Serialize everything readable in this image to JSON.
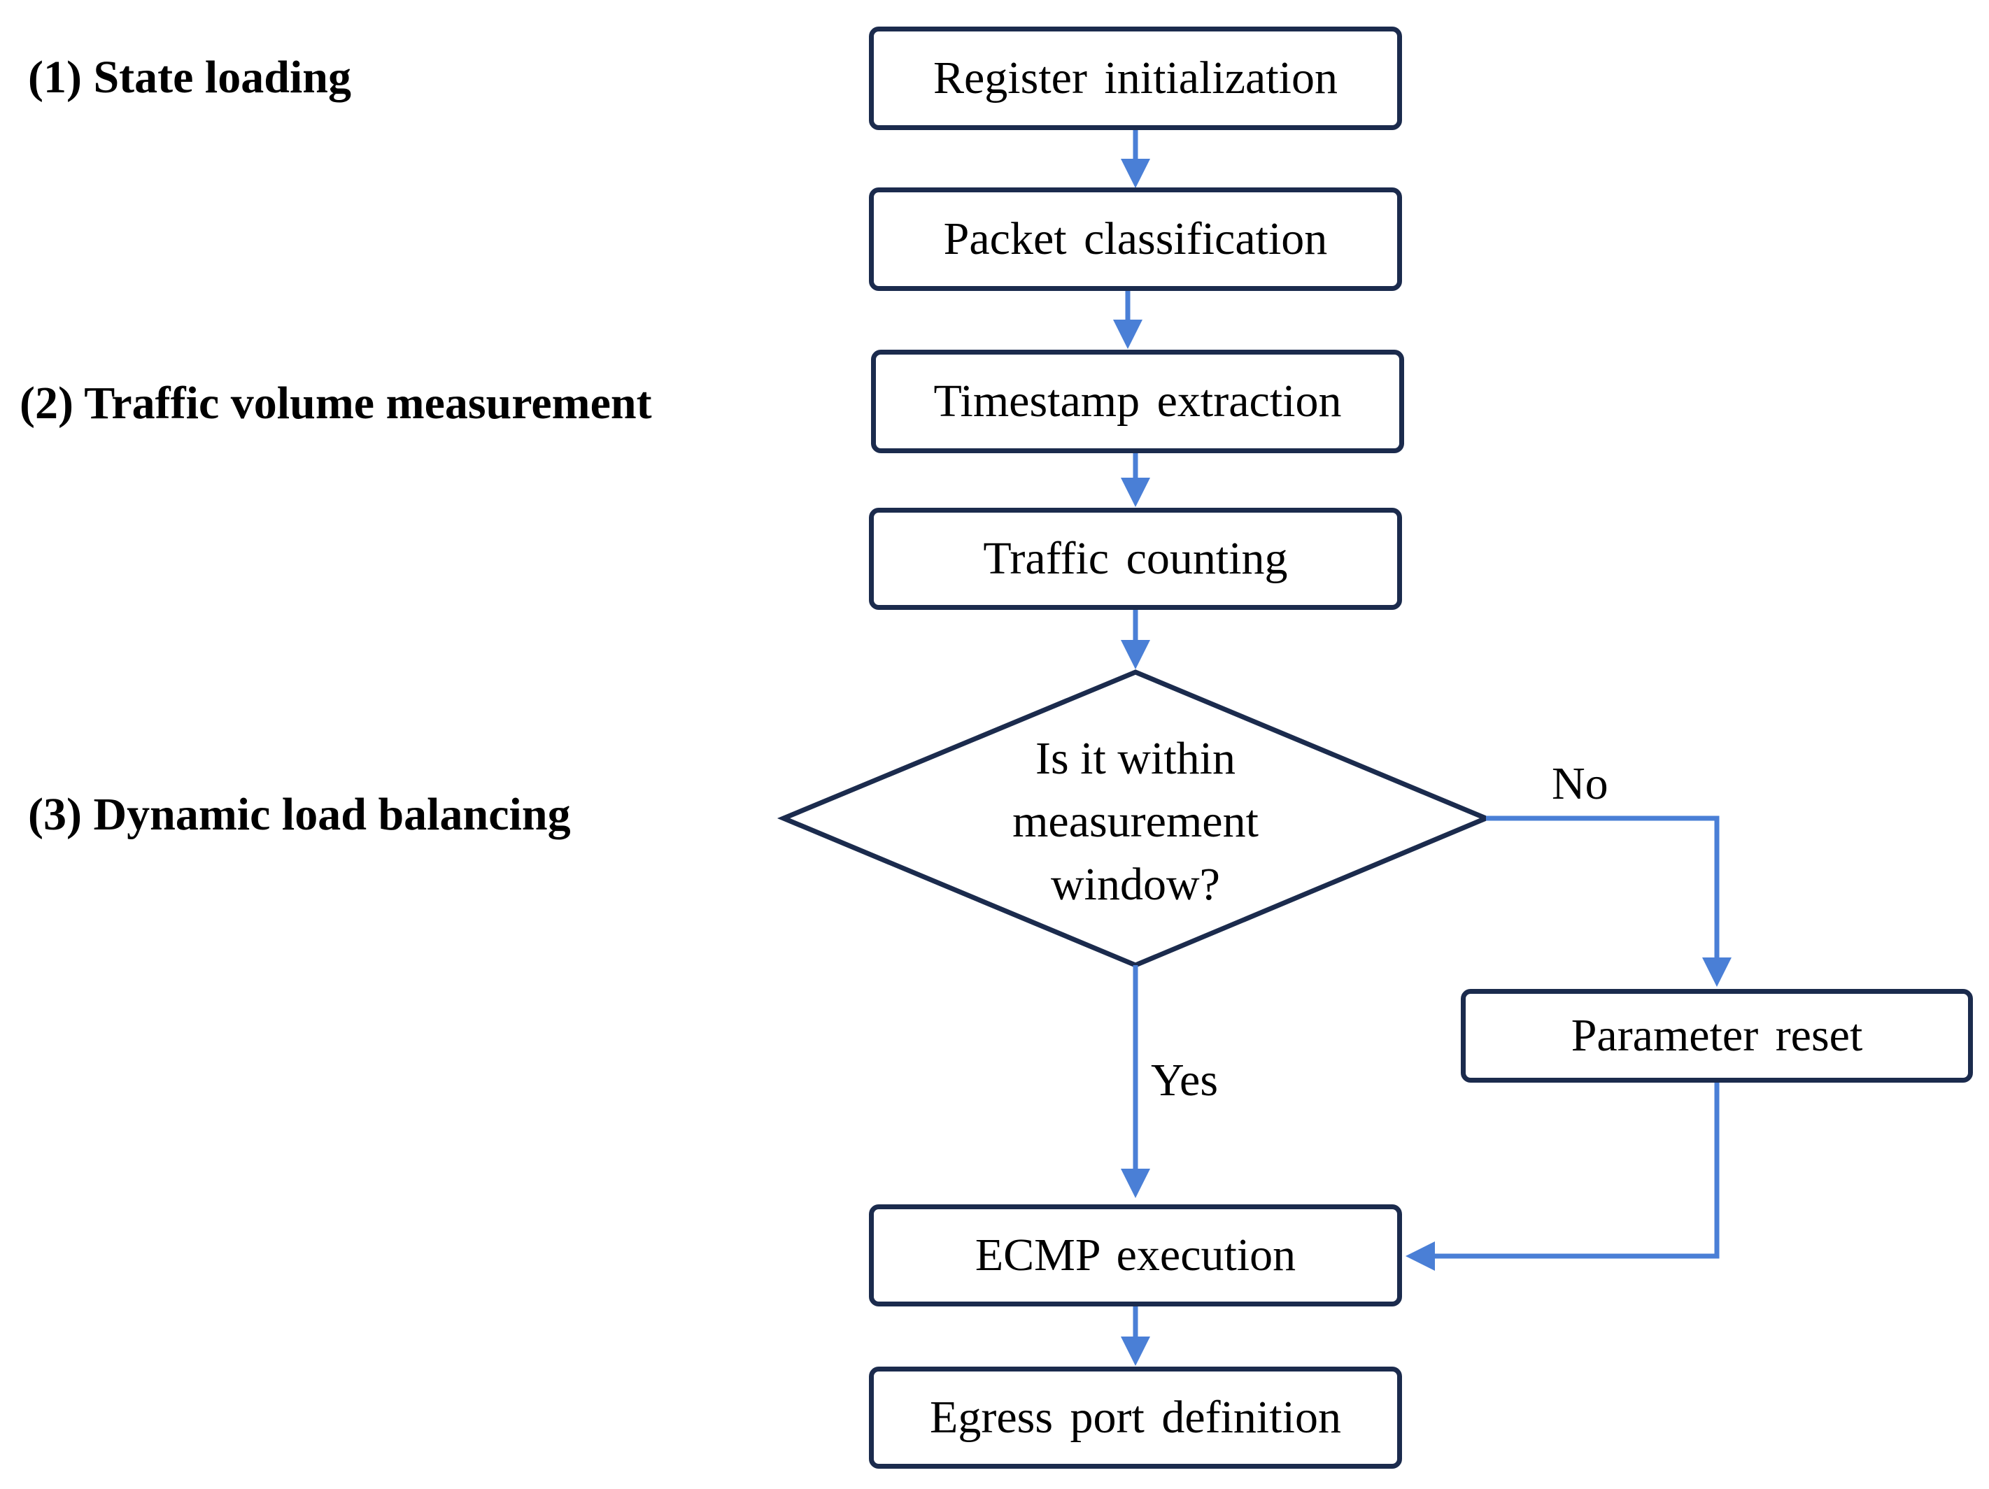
{
  "stages": {
    "state_loading": "(1) State loading",
    "traffic_volume": "(2) Traffic volume measurement",
    "load_balancing": "(3) Dynamic load balancing"
  },
  "steps": {
    "register_init": "Register initialization",
    "packet_class": "Packet classification",
    "timestamp": "Timestamp extraction",
    "traffic_count": "Traffic counting",
    "param_reset": "Parameter reset",
    "ecmp": "ECMP execution",
    "egress": "Egress port definition"
  },
  "decision": {
    "line1": "Is it within",
    "line2": "measurement",
    "line3": "window?"
  },
  "branches": {
    "no": "No",
    "yes": "Yes"
  },
  "colors": {
    "box_border": "#1b2b4d",
    "arrow": "#4a7fd6"
  }
}
